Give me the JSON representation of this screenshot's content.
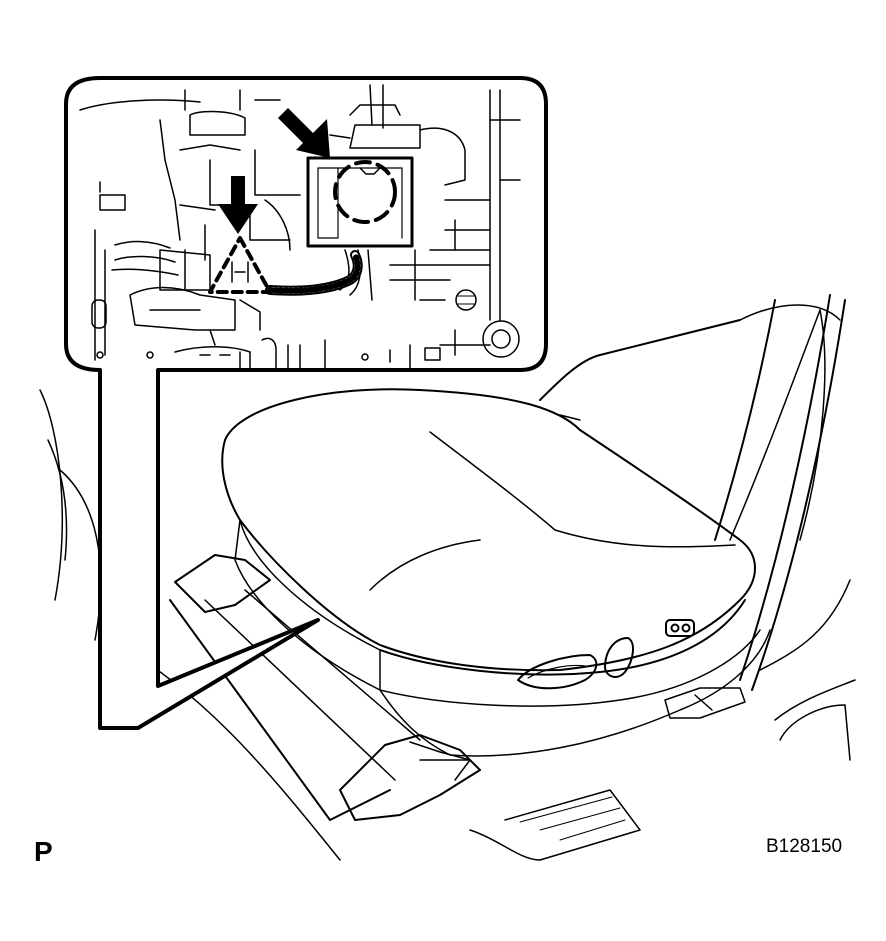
{
  "figure": {
    "view_label": "P",
    "figure_id": "B128150"
  },
  "callouts": [
    {
      "icon": "arrow-down-icon",
      "target": "connector-left"
    },
    {
      "icon": "arrow-diagonal-icon",
      "target": "connector-right"
    }
  ],
  "colors": {
    "line": "#000000",
    "background": "#ffffff"
  }
}
